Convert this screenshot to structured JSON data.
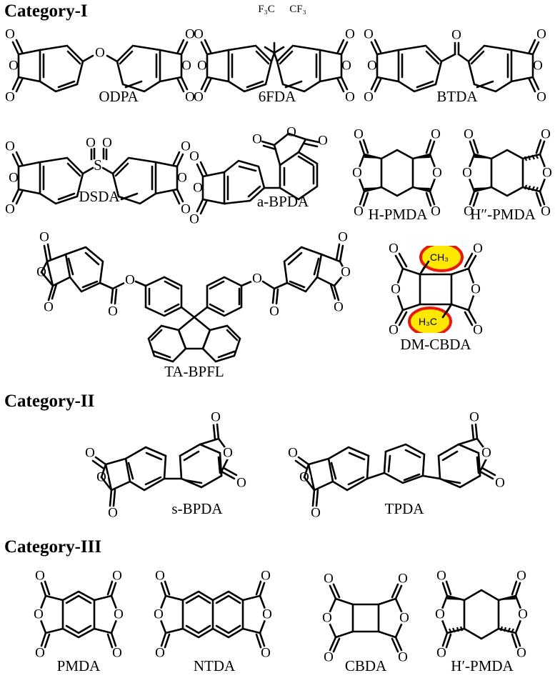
{
  "figure": {
    "type": "chemical-structure-diagram",
    "description": "Chemical structures of dianhydride monomers grouped into three categories",
    "background_color": "#FFFFFF",
    "line_color": "#000000"
  },
  "categories": [
    {
      "id": "category-1",
      "heading": "Category-I",
      "molecules": [
        {
          "label": "ODPA",
          "linker": "ether (-O-)",
          "row": 1
        },
        {
          "label": "6FDA",
          "linker": "hexafluoroisopropylidene",
          "row": 1
        },
        {
          "label": "BTDA",
          "linker": "carbonyl (C=O)",
          "row": 1
        },
        {
          "label": "DSDA",
          "linker": "sulfonyl (SO2)",
          "row": 2
        },
        {
          "label": "a-BPDA",
          "linker": "biphenyl asymmetric",
          "row": 2
        },
        {
          "label": "H-PMDA",
          "linker": "hydrogenated PMDA",
          "row": 2
        },
        {
          "label": "H″-PMDA",
          "linker": "hydrogenated PMDA stereoisomer",
          "row": 2
        },
        {
          "label": "TA-BPFL",
          "linker": "bisphenol fluorene diester",
          "row": 3
        },
        {
          "label": "DM-CBDA",
          "linker": "dimethyl cyclobutane",
          "row": 3
        }
      ]
    },
    {
      "id": "category-2",
      "heading": "Category-II",
      "molecules": [
        {
          "label": "s-BPDA",
          "linker": "biphenyl symmetric",
          "row": 1
        },
        {
          "label": "TPDA",
          "linker": "terphenyl",
          "row": 1
        }
      ]
    },
    {
      "id": "category-3",
      "heading": "Category-III",
      "molecules": [
        {
          "label": "PMDA",
          "linker": "benzene core",
          "row": 1
        },
        {
          "label": "NTDA",
          "linker": "naphthalene core",
          "row": 1
        },
        {
          "label": "CBDA",
          "linker": "cyclobutane core",
          "row": 1
        },
        {
          "label": "H′-PMDA",
          "linker": "cyclohexane core",
          "row": 1
        }
      ]
    }
  ],
  "atom_labels": {
    "oxygen": "O",
    "sulfur": "S",
    "cf3_left": "F",
    "cf3_left_sub": "3",
    "cf3_left_c": "C",
    "cf3_right_c": "C",
    "cf3_right_f": "F",
    "cf3_right_sub": "3",
    "methyl_top_main": "CH",
    "methyl_top_sub": "3",
    "methyl_bottom_main": "H",
    "methyl_bottom_sub": "3",
    "methyl_bottom_c": "C"
  },
  "cf3_groups": {
    "left_label": "F₃C",
    "right_label": "CF₃"
  },
  "highlights": {
    "fill_color": "#FFE800",
    "stroke_color": "#E8180D",
    "top_group_label": "CH₃",
    "bottom_group_label": "H₃C",
    "molecule": "DM-CBDA"
  }
}
